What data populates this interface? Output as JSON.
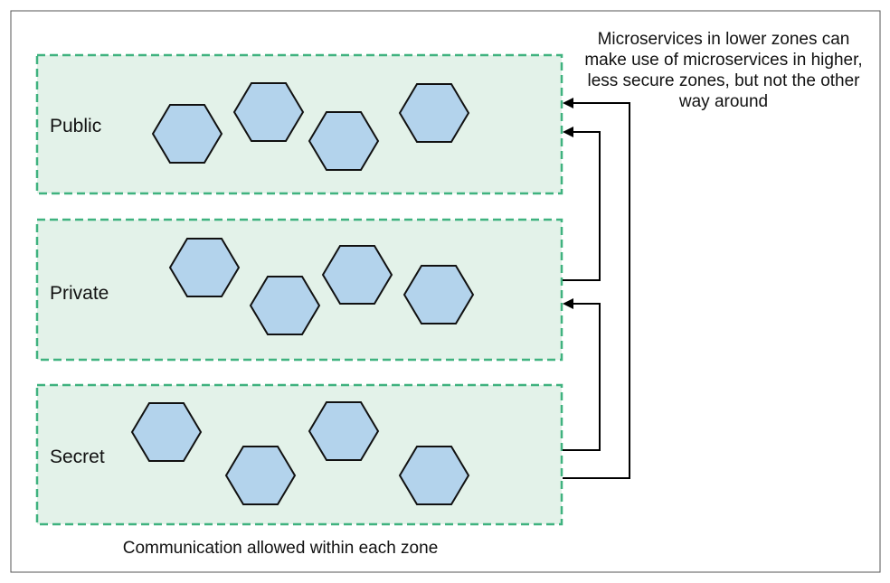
{
  "colors": {
    "zone_fill": "#e3f2e9",
    "zone_border": "#3fb27f",
    "microservice_fill": "#b3d3ec",
    "microservice_border": "#111111",
    "arrow": "#000000"
  },
  "zones": [
    {
      "id": "public",
      "label": "Public",
      "microservice_count": 4
    },
    {
      "id": "private",
      "label": "Private",
      "microservice_count": 4
    },
    {
      "id": "secret",
      "label": "Secret",
      "microservice_count": 4
    }
  ],
  "microservice_icon": "hexagon-icon",
  "connections": [
    {
      "from": "private",
      "to": "public"
    },
    {
      "from": "secret",
      "to": "private"
    },
    {
      "from": "secret",
      "to": "public"
    }
  ],
  "annotation": {
    "lines": [
      "Microservices in lower zones can",
      "make use of microservices in higher,",
      "less secure zones, but not the other",
      "way around"
    ]
  },
  "caption": "Communication allowed within each zone"
}
